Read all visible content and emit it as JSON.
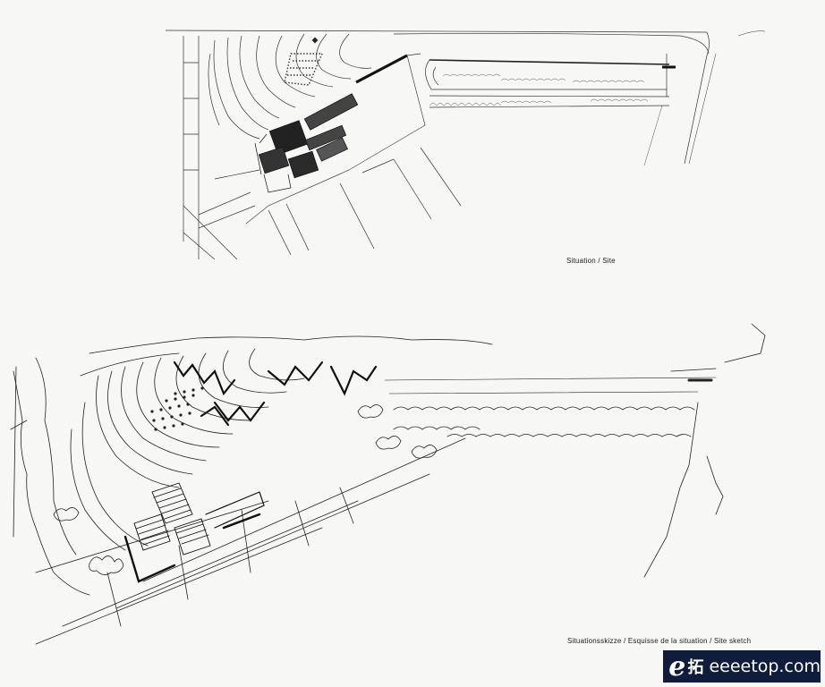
{
  "captions": {
    "site_plan": "Situation / Site",
    "site_sketch": "Situationsskizze / Esquisse de la situation / Site sketch"
  },
  "watermark": {
    "mark": "e",
    "char": "拓",
    "text": "eeeetop.com"
  },
  "colors": {
    "background": "#f7f7f5",
    "ink": "#1a1a1a",
    "watermark_bg": "#0f1c3c"
  }
}
